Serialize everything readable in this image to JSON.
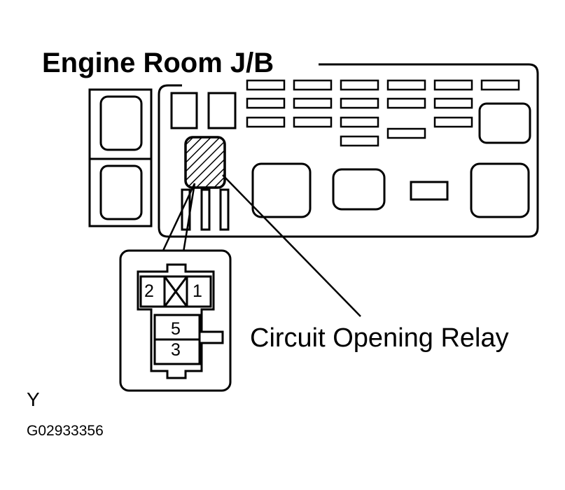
{
  "title": "Engine Room J/B",
  "callout_label": "Circuit Opening Relay",
  "connector_pins": {
    "pin_2": "2",
    "pin_1": "1",
    "pin_5": "5",
    "pin_3": "3"
  },
  "footer": {
    "code_letter": "Y",
    "figure_code": "G02933356"
  }
}
